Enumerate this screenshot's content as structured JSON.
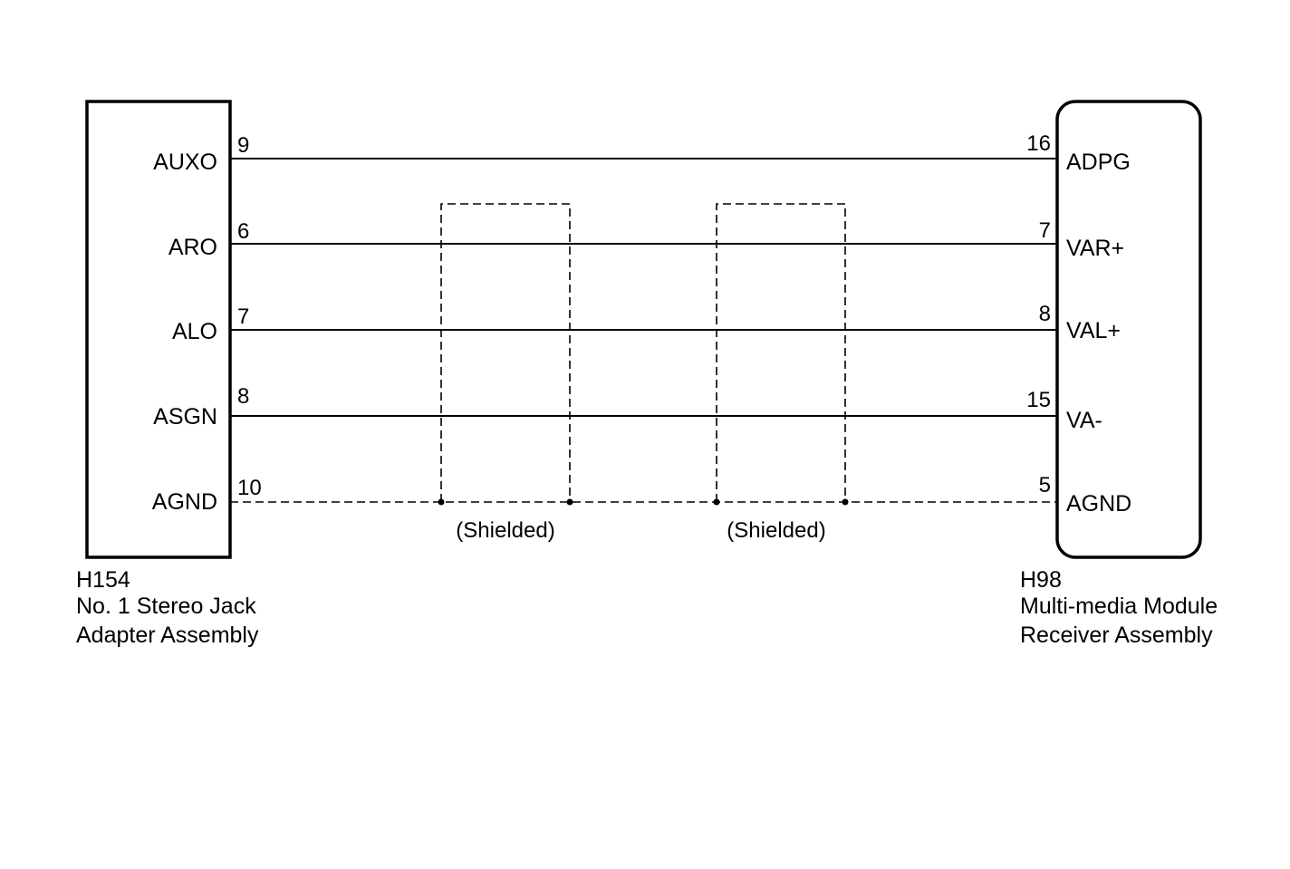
{
  "left_connector": {
    "id": "H154",
    "name_line1": "No. 1 Stereo Jack",
    "name_line2": "Adapter Assembly",
    "pins": [
      {
        "signal": "AUXO",
        "pin": "9"
      },
      {
        "signal": "ARO",
        "pin": "6"
      },
      {
        "signal": "ALO",
        "pin": "7"
      },
      {
        "signal": "ASGN",
        "pin": "8"
      },
      {
        "signal": "AGND",
        "pin": "10"
      }
    ]
  },
  "right_connector": {
    "id": "H98",
    "name_line1": "Multi-media Module",
    "name_line2": "Receiver Assembly",
    "pins": [
      {
        "signal": "ADPG",
        "pin": "16"
      },
      {
        "signal": "VAR+",
        "pin": "7"
      },
      {
        "signal": "VAL+",
        "pin": "8"
      },
      {
        "signal": "VA-",
        "pin": "15"
      },
      {
        "signal": "AGND",
        "pin": "5"
      }
    ]
  },
  "shield_labels": [
    "(Shielded)",
    "(Shielded)"
  ]
}
